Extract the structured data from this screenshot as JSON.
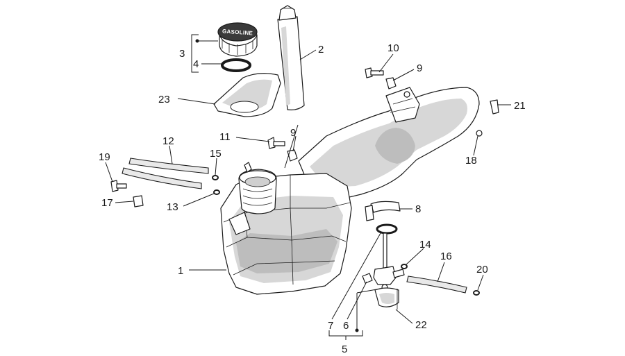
{
  "diagram": {
    "cap_text": "GASOLINE",
    "parts": [
      {
        "id": "1",
        "label": "1",
        "name": "fuel-tank"
      },
      {
        "id": "2",
        "label": "2",
        "name": "filler-neck-tube"
      },
      {
        "id": "3",
        "label": "3",
        "name": "cap-assembly"
      },
      {
        "id": "4",
        "label": "4",
        "name": "o-ring"
      },
      {
        "id": "5",
        "label": "5",
        "name": "fuel-tap-assembly"
      },
      {
        "id": "6",
        "label": "6",
        "name": "fuel-tap"
      },
      {
        "id": "7",
        "label": "7",
        "name": "tap-seal"
      },
      {
        "id": "8",
        "label": "8",
        "name": "hose-clamp-band"
      },
      {
        "id": "9a",
        "label": "9",
        "name": "nut-clip-upper"
      },
      {
        "id": "9b",
        "label": "9",
        "name": "nut-clip-lower"
      },
      {
        "id": "10",
        "label": "10",
        "name": "bolt-upper"
      },
      {
        "id": "11",
        "label": "11",
        "name": "bolt-lower"
      },
      {
        "id": "12",
        "label": "12",
        "name": "breather-hose"
      },
      {
        "id": "13",
        "label": "13",
        "name": "clip-lower"
      },
      {
        "id": "14",
        "label": "14",
        "name": "clip-tap"
      },
      {
        "id": "15",
        "label": "15",
        "name": "clip-upper"
      },
      {
        "id": "16",
        "label": "16",
        "name": "fuel-hose"
      },
      {
        "id": "17",
        "label": "17",
        "name": "nut-clip-left"
      },
      {
        "id": "18",
        "label": "18",
        "name": "nut"
      },
      {
        "id": "19",
        "label": "19",
        "name": "bolt-left"
      },
      {
        "id": "20",
        "label": "20",
        "name": "clip-hose-end"
      },
      {
        "id": "21",
        "label": "21",
        "name": "bracket"
      },
      {
        "id": "22",
        "label": "22",
        "name": "filter-cup"
      },
      {
        "id": "23",
        "label": "23",
        "name": "filler-tray"
      }
    ]
  }
}
